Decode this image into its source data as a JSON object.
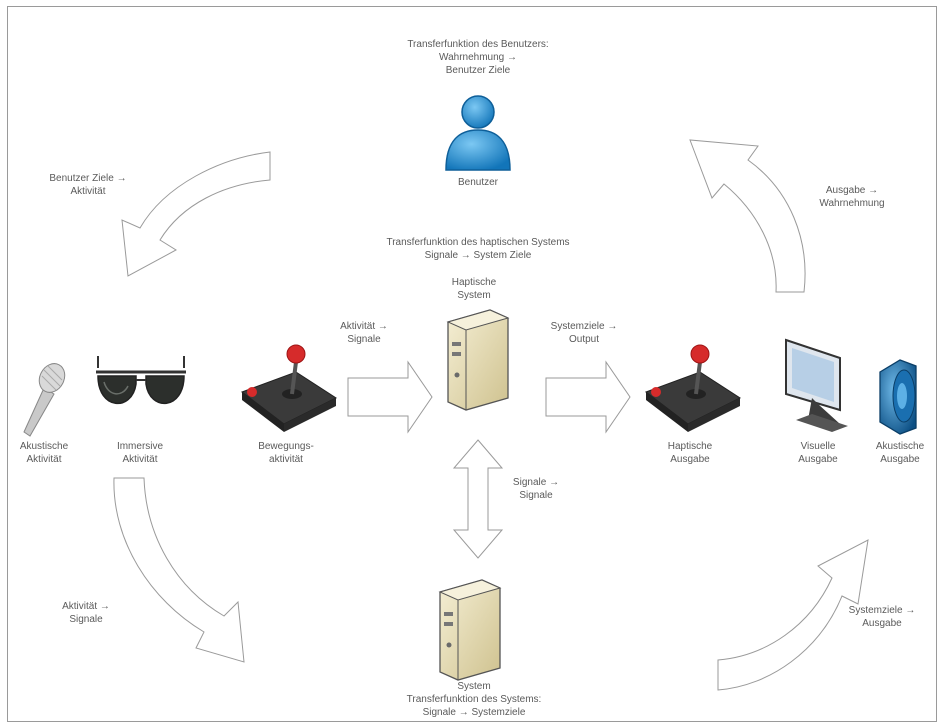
{
  "user": {
    "transfer": [
      "Transferfunktion des Benutzers:",
      "Wahrnehmung →",
      "Benutzer Ziele"
    ],
    "caption": "Benutzer"
  },
  "haptic": {
    "transfer": [
      "Transferfunktion des haptischen Systems",
      "Signale → System Ziele"
    ],
    "caption": [
      "Haptische",
      "System"
    ]
  },
  "system": {
    "caption": [
      "System",
      "Transferfunktion des Systems:",
      "Signale → Systemziele"
    ]
  },
  "inputs": {
    "acoustic": [
      "Akustische",
      "Aktivität"
    ],
    "immersive": [
      "Immersive",
      "Aktivität"
    ],
    "motion": [
      "Bewegungs-",
      "aktivität"
    ]
  },
  "outputs": {
    "haptic": [
      "Haptische",
      "Ausgabe"
    ],
    "visual": [
      "Visuelle",
      "Ausgabe"
    ],
    "acoustic": [
      "Akustische",
      "Ausgabe"
    ]
  },
  "arrows": {
    "goals_to_activity": [
      "Benutzer Ziele →",
      "Aktivität"
    ],
    "activity_to_signals_top": [
      "Aktivität →",
      "Signale"
    ],
    "sysgoals_to_output": [
      "Systemziele →",
      "Output"
    ],
    "output_to_perception": [
      "Ausgabe →",
      "Wahrnehmung"
    ],
    "signals_to_signals": [
      "Signale →",
      "Signale"
    ],
    "activity_to_signals_bottom": [
      "Aktivität →",
      "Signale"
    ],
    "sysgoals_to_output_bottom": [
      "Systemziele →",
      "Ausgabe"
    ]
  },
  "colors": {
    "user_blue": "#1f8fd6",
    "server_beige": "#e9dfb8",
    "joystick_red": "#d62b2b",
    "arrow_stroke": "#9a9a9a"
  }
}
